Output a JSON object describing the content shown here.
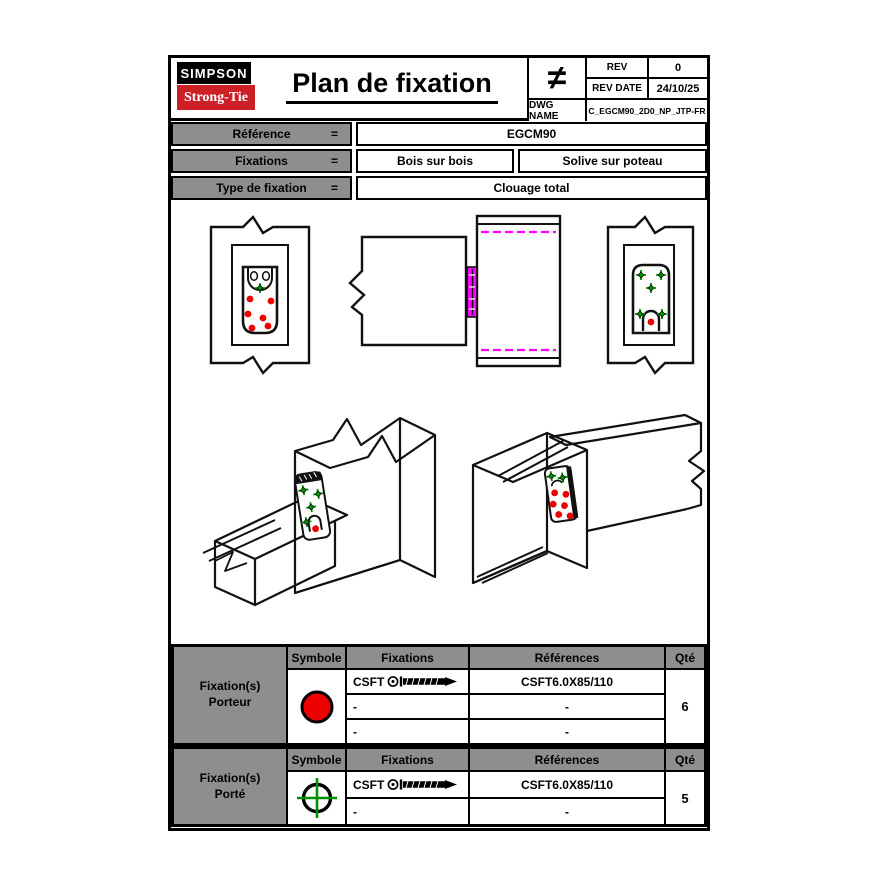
{
  "header": {
    "logo_line1": "SIMPSON",
    "logo_line2": "Strong-Tie",
    "title": "Plan de fixation",
    "not_equal_symbol": "≠",
    "rev": {
      "label": "REV",
      "value": "0"
    },
    "rev_date": {
      "label": "REV DATE",
      "value": "24/10/25"
    },
    "dwg": {
      "label": "DWG NAME",
      "value": "C_EGCM90_2D0_NP_JTP-FR"
    }
  },
  "reference_table": {
    "rows": [
      {
        "label": "Référence",
        "eq": "=",
        "values": [
          "EGCM90"
        ]
      },
      {
        "label": "Fixations",
        "eq": "=",
        "values": [
          "Bois sur bois",
          "Solive sur poteau"
        ]
      },
      {
        "label": "Type de fixation",
        "eq": "=",
        "values": [
          "Clouage total"
        ]
      }
    ]
  },
  "drawing": {
    "porteur_marker_icon": "red-dot",
    "porte_marker_icon": "green-crosshair",
    "hidden_line_color": "#ff00ff"
  },
  "fixation_tables": [
    {
      "group_line1": "Fixation(s)",
      "group_line2": "Porteur",
      "symbol_icon": "red-filled-circle",
      "headers": {
        "symbole": "Symbole",
        "fixations": "Fixations",
        "references": "Références",
        "qty": "Qté"
      },
      "rows": [
        {
          "fixation": "CSFT",
          "reference": "CSFT6.0X85/110"
        },
        {
          "fixation": "-",
          "reference": "-"
        },
        {
          "fixation": "-",
          "reference": "-"
        }
      ],
      "qty": "6"
    },
    {
      "group_line1": "Fixation(s)",
      "group_line2": "Porté",
      "symbol_icon": "circle-with-green-crosshair",
      "headers": {
        "symbole": "Symbole",
        "fixations": "Fixations",
        "references": "Références",
        "qty": "Qté"
      },
      "rows": [
        {
          "fixation": "CSFT",
          "reference": "CSFT6.0X85/110"
        },
        {
          "fixation": "-",
          "reference": "-"
        }
      ],
      "qty": "5"
    }
  ],
  "colors": {
    "brand_red": "#cd2026",
    "cell_gray": "#8e8e8e",
    "marker_red": "#ee0000",
    "marker_green": "#009100",
    "magenta": "#ff00ff"
  }
}
